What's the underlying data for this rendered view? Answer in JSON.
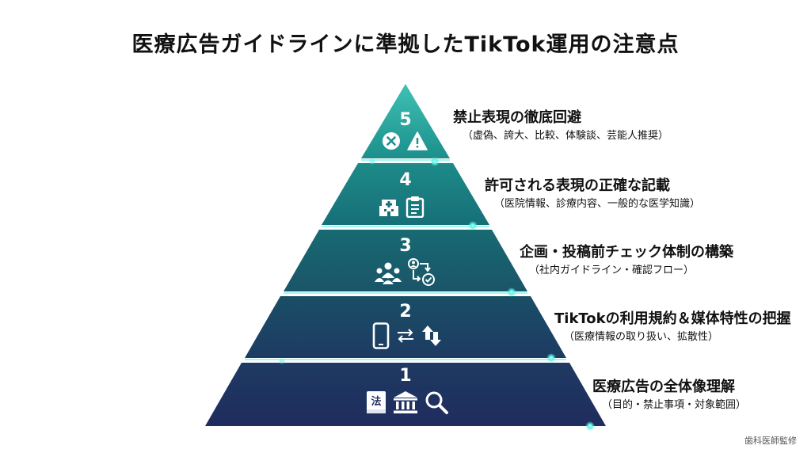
{
  "title": "医療広告ガイドラインに準拠したTikTok運用の注意点",
  "tiers": [
    {
      "number": "5",
      "heading": "禁止表現の徹底回避",
      "sub": "（虚偽、誇大、比較、体験談、芸能人推奨）",
      "icons": [
        "close-circle-icon",
        "warning-icon"
      ]
    },
    {
      "number": "4",
      "heading": "許可される表現の正確な記載",
      "sub": "（医院情報、診療内容、一般的な医学知識）",
      "icons": [
        "hospital-icon",
        "clipboard-icon"
      ]
    },
    {
      "number": "3",
      "heading": "企画・投稿前チェック体制の構築",
      "sub": "（社内ガイドライン・確認フロー）",
      "icons": [
        "team-icon",
        "approval-flow-icon"
      ]
    },
    {
      "number": "2",
      "heading": "TikTokの利用規約＆媒体特性の把握",
      "sub": "（医療情報の取り扱い、拡散性）",
      "icons": [
        "smartphone-icon",
        "exchange-icon",
        "sort-arrows-icon"
      ]
    },
    {
      "number": "1",
      "heading": "医療広告の全体像理解",
      "sub": "（目的・禁止事項・対象範囲）",
      "icons": [
        "law-book-icon",
        "institution-icon",
        "search-icon"
      ]
    }
  ],
  "law_book_glyph": "法",
  "footer": "歯科医師監修",
  "colors": {
    "top": "#1fa79e",
    "bottom": "#1f2a5e",
    "glow": "#5ff3e8"
  }
}
